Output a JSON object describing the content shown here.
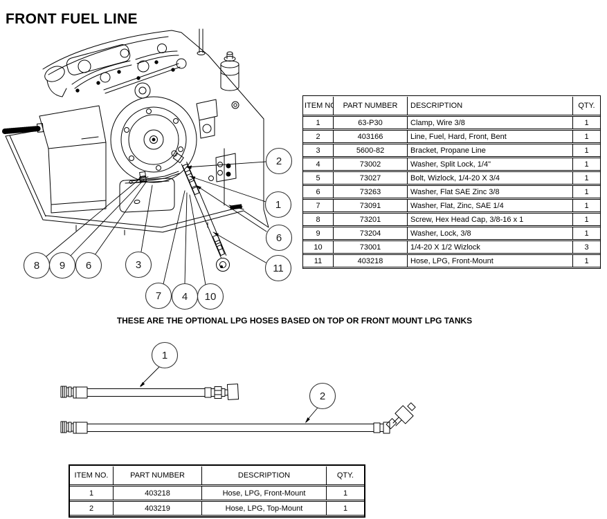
{
  "page": {
    "title": "FRONT FUEL LINE",
    "note": "THESE ARE THE OPTIONAL LPG HOSES BASED ON TOP OR FRONT MOUNT LPG TANKS",
    "colors": {
      "line": "#000000",
      "background": "#ffffff"
    }
  },
  "parts_table": {
    "headers": [
      "ITEM NO.",
      "PART NUMBER",
      "DESCRIPTION",
      "QTY."
    ],
    "rows": [
      [
        "1",
        "63-P30",
        "Clamp, Wire 3/8",
        "1"
      ],
      [
        "2",
        "403166",
        "Line, Fuel, Hard, Front, Bent",
        "1"
      ],
      [
        "3",
        "5600-82",
        "Bracket, Propane Line",
        "1"
      ],
      [
        "4",
        "73002",
        "Washer, Split Lock, 1/4\"",
        "1"
      ],
      [
        "5",
        "73027",
        "Bolt, Wizlock, 1/4-20 X 3/4",
        "1"
      ],
      [
        "6",
        "73263",
        "Washer, Flat SAE Zinc 3/8",
        "1"
      ],
      [
        "7",
        "73091",
        "Washer, Flat, Zinc, SAE 1/4",
        "1"
      ],
      [
        "8",
        "73201",
        "Screw, Hex Head Cap, 3/8-16 x 1",
        "1"
      ],
      [
        "9",
        "73204",
        "Washer, Lock, 3/8",
        "1"
      ],
      [
        "10",
        "73001",
        "1/4-20 X 1/2 Wizlock",
        "3"
      ],
      [
        "11",
        "403218",
        "Hose, LPG, Front-Mount",
        "1"
      ]
    ]
  },
  "hose_table": {
    "headers": [
      "ITEM NO.",
      "PART NUMBER",
      "DESCRIPTION",
      "QTY."
    ],
    "rows": [
      [
        "1",
        "403218",
        "Hose, LPG, Front-Mount",
        "1"
      ],
      [
        "2",
        "403219",
        "Hose, LPG, Top-Mount",
        "1"
      ]
    ]
  },
  "engine_diagram": {
    "balloons": [
      "2",
      "1",
      "6",
      "11",
      "8",
      "9",
      "6",
      "3",
      "7",
      "4",
      "10"
    ]
  },
  "hose_diagram": {
    "balloons": [
      "1",
      "2"
    ]
  }
}
